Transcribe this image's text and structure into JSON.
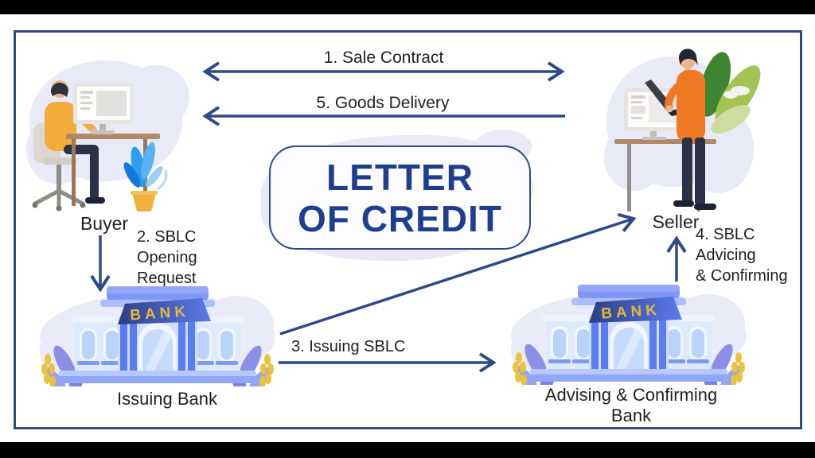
{
  "title": {
    "line1": "LETTER",
    "line2": "OF CREDIT"
  },
  "actors": {
    "buyer": {
      "label": "Buyer"
    },
    "seller": {
      "label": "Seller"
    },
    "issuing_bank": {
      "label": "Issuing Bank",
      "sign": "BANK"
    },
    "advising_bank": {
      "label": "Advising & Confirming Bank",
      "sign": "BANK"
    }
  },
  "flows": {
    "sale_contract": {
      "label": "1. Sale Contract",
      "from": "Buyer",
      "to": "Seller",
      "direction": "double"
    },
    "goods_delivery": {
      "label": "5. Goods Delivery",
      "from": "Seller",
      "to": "Buyer",
      "direction": "to-buyer"
    },
    "sblc_opening_request": {
      "line1": "2. SBLC",
      "line2": "Opening",
      "line3": "Request",
      "from": "Buyer",
      "to": "Issuing Bank"
    },
    "issuing_sblc": {
      "label": "3. Issuing SBLC",
      "from": "Issuing Bank",
      "to": "Advising & Confirming Bank"
    },
    "sblc_advising_confirming": {
      "line1": "4. SBLC",
      "line2": "Advicing",
      "line3": "& Confirming",
      "from": "Advising & Confirming Bank",
      "to": "Seller"
    }
  },
  "colors": {
    "arrow": "#2d4a86",
    "frame_border": "#31497f",
    "title_text": "#1e3f8f",
    "bank_sign_text": "#e2ba3e",
    "label_text": "#1f1f1f",
    "blob": "#e9e9f8"
  }
}
